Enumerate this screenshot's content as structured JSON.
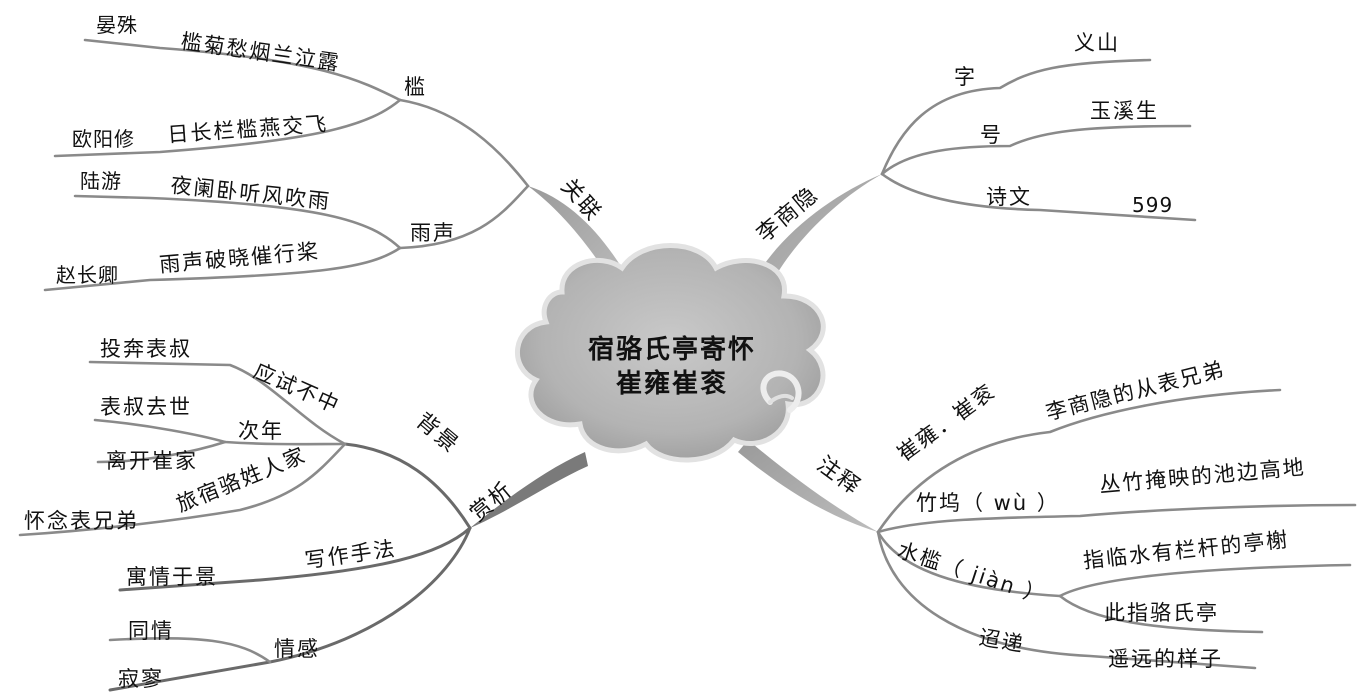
{
  "center": {
    "line1": "宿骆氏亭寄怀",
    "line2": "崔雍崔衮"
  },
  "branches": {
    "guanlian": {
      "label": "关联",
      "jian": {
        "label": "槛",
        "line_a": "槛菊愁烟兰泣露",
        "author_a": "晏殊",
        "line_b": "日长栏槛燕交飞",
        "author_b": "欧阳修"
      },
      "yusheng": {
        "label": "雨声",
        "line_a": "夜阑卧听风吹雨",
        "author_a": "陆游",
        "line_b": "雨声破晓催行桨",
        "author_b": "赵长卿"
      }
    },
    "lishangyin": {
      "label": "李商隐",
      "zi": {
        "label": "字",
        "value": "义山"
      },
      "hao": {
        "label": "号",
        "value": "玉溪生"
      },
      "shiwen": {
        "label": "诗文",
        "value": "599"
      }
    },
    "shangxi": {
      "label": "赏析",
      "beijing": {
        "label": "背景",
        "yingshi": {
          "label": "应试不中",
          "detail": "投奔表叔"
        },
        "cinian": {
          "label": "次年",
          "detail_a": "表叔去世",
          "detail_b": "离开崔家"
        },
        "lvsu": {
          "label": "旅宿骆姓人家",
          "detail": "怀念表兄弟"
        }
      },
      "xiezuo": {
        "label": "写作手法",
        "detail": "寓情于景"
      },
      "qinggan": {
        "label": "情感",
        "detail_a": "同情",
        "detail_b": "寂寥"
      }
    },
    "zhushi": {
      "label": "注释",
      "cuiyong": {
        "label": "崔雍．崔衮",
        "value": "李商隐的从表兄弟"
      },
      "zhuwu": {
        "label": "竹坞（ wù ）",
        "value": "丛竹掩映的池边高地"
      },
      "shuijian": {
        "label": "水槛（ jiàn ）",
        "value_a": "指临水有栏杆的亭榭",
        "value_b": "此指骆氏亭"
      },
      "tiaodi": {
        "label": "迢递",
        "value": "遥远的样子"
      }
    }
  }
}
